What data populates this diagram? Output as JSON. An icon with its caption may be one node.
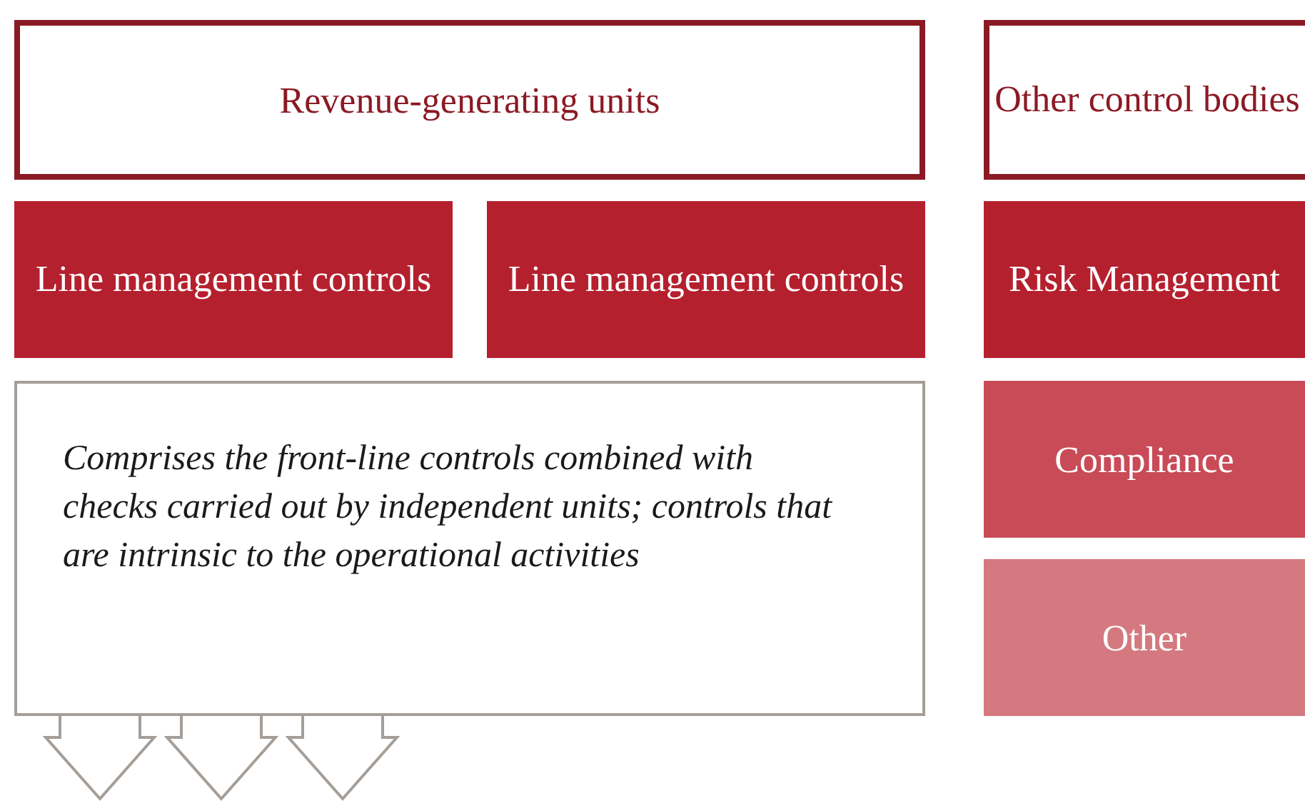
{
  "diagram": {
    "nodes": [
      {
        "text": [
          "Revenue-generating units"
        ]
      },
      {
        "text": [
          "Line management controls"
        ]
      },
      {
        "text": [
          "Line management controls"
        ]
      },
      {
        "text": [
          "Comprises the front-line controls combined with checks carried out by independent units; controls that are intrinsic to the operational activities"
        ]
      },
      {
        "text": [
          "Other control bodies"
        ]
      },
      {
        "text": [
          "Risk Management"
        ]
      },
      {
        "text": [
          "Compliance"
        ]
      },
      {
        "text": [
          "Other"
        ]
      }
    ],
    "edges": [
      {
        "from": 3,
        "to": null,
        "arrow": "to"
      },
      {
        "from": 3,
        "to": null,
        "arrow": "to"
      },
      {
        "from": 3,
        "to": null,
        "arrow": "to"
      }
    ]
  }
}
